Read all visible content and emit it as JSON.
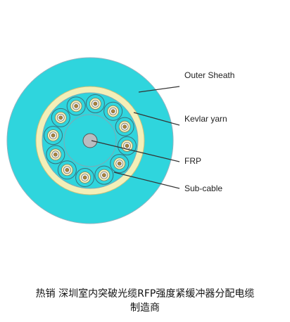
{
  "diagram": {
    "labels": {
      "outer_sheath": "Outer Sheath",
      "kevlar_yarn": "Kevlar yarn",
      "frp": "FRP",
      "sub_cable": "Sub-cable"
    },
    "sub_cable_count": 12,
    "colors": {
      "sheath": "#2fd5dd",
      "kevlar": "#f3efb8",
      "frp": "#b9bcc0",
      "sub_cable_fiber_core": "#a8833e"
    }
  },
  "caption": {
    "line1": "热销 深圳室内突破光缆RFP强度紧缓冲器分配电缆",
    "line2": "制造商"
  }
}
